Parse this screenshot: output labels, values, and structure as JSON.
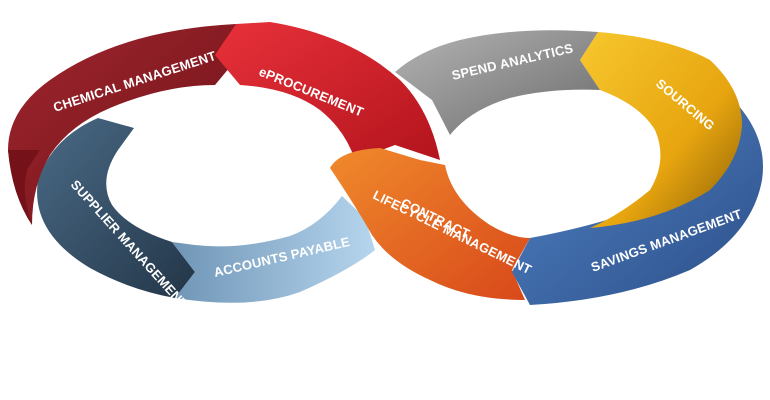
{
  "segments": {
    "chemical_management": {
      "label": "CHEMICAL MANAGEMENT",
      "color": "#8c1a22"
    },
    "eprocurement": {
      "label": "ePROCUREMENT",
      "color": "#d1212a"
    },
    "supplier_management": {
      "label": "SUPPLIER MANAGEMENT",
      "color": "#3a5670"
    },
    "accounts_payable": {
      "label": "ACCOUNTS PAYABLE",
      "color": "#8fb6d6"
    },
    "contract_lifecycle": {
      "label_line1": "CONTRACT",
      "label_line2": "LIFECYCLE MANAGEMENT",
      "color": "#ea6a1e"
    },
    "spend_analytics": {
      "label": "SPEND ANALYTICS",
      "color": "#8a8a8a"
    },
    "sourcing": {
      "label": "SOURCING",
      "color": "#f0b81a"
    },
    "savings_management": {
      "label": "SAVINGS MANAGEMENT",
      "color": "#3a67aa"
    }
  }
}
